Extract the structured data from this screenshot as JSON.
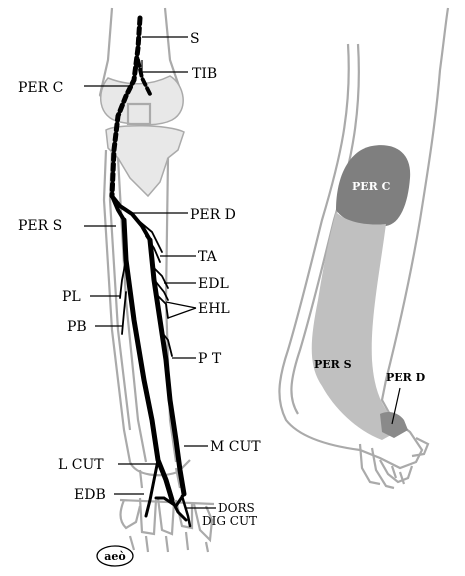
{
  "left_figure": {
    "labels": {
      "s": "S",
      "tib": "TIB",
      "per_c": "PER C",
      "per_s": "PER S",
      "per_d": "PER D",
      "ta": "TA",
      "edl": "EDL",
      "ehl": "EHL",
      "pl": "PL",
      "pb": "PB",
      "pt": "P T",
      "m_cut": "M CUT",
      "l_cut": "L CUT",
      "edb": "EDB",
      "dors_line1": "DORS",
      "dors_line2": "DIG CUT"
    },
    "logo": "aeò"
  },
  "right_figure": {
    "zones": {
      "per_c": "PER C",
      "per_s": "PER S",
      "per_d": "PER D"
    },
    "colors": {
      "per_c": "#7f7f7f",
      "per_s": "#c0c0c0",
      "per_d": "#8a8a8a"
    }
  }
}
